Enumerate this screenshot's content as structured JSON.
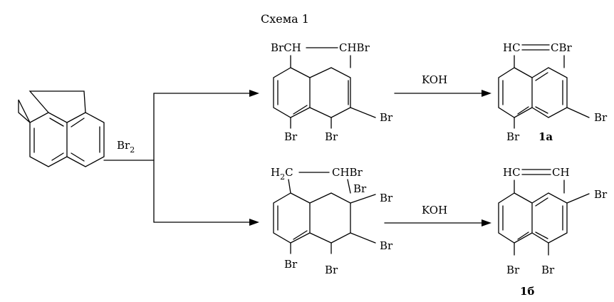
{
  "title": "Схема 1",
  "reagents": {
    "bromine": {
      "main": "Br",
      "sub": "2"
    },
    "base_top": "KOH",
    "base_bottom": "KOH"
  },
  "intermediate_top": {
    "bridge_left": "BrCH",
    "bridge_right": "CHBr",
    "sub_ring_right": "Br",
    "sub_peri_left": "Br",
    "sub_peri_right": "Br"
  },
  "intermediate_bottom": {
    "bridge_left_main": "H",
    "bridge_left_sub": "2",
    "bridge_left_c": "C",
    "bridge_right": "CHBr",
    "sub_junction": "Br",
    "sub_ring_upper": "Br",
    "sub_ring_lower": "Br",
    "sub_peri_left": "Br",
    "sub_peri_right": "Br"
  },
  "product_1a": {
    "bridge_left": "HC",
    "bridge_right": "CBr",
    "sub_ring_right": "Br",
    "sub_peri_left": "Br",
    "label": "1a"
  },
  "product_1b": {
    "bridge_left": "HC",
    "bridge_right": "CH",
    "sub_ring_right": "Br",
    "sub_peri_left": "Br",
    "sub_peri_right": "Br",
    "label": "1б"
  }
}
